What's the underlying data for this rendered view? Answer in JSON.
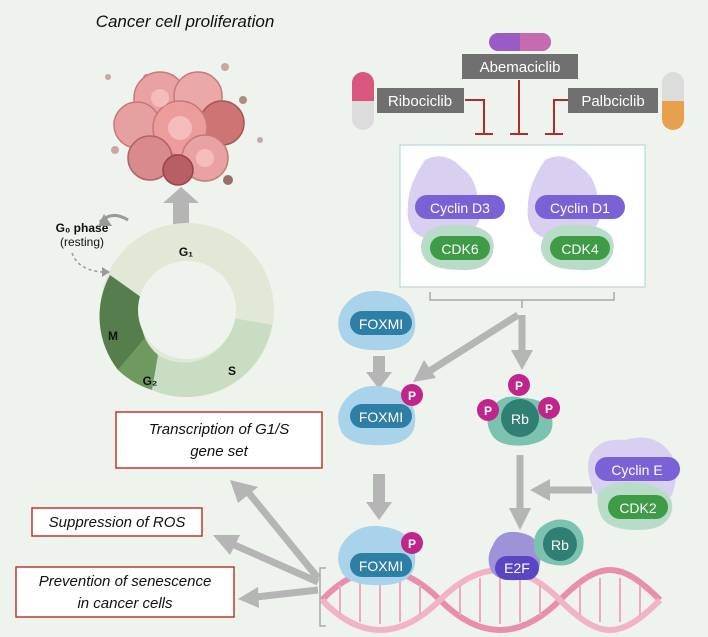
{
  "title": "Cancer cell proliferation",
  "cycle": {
    "g0_label": "G₀ phase",
    "g0_sub": "(resting)",
    "g1": "G₁",
    "s": "S",
    "g2": "G₂",
    "m": "M"
  },
  "drugs": {
    "abemaciclib": "Abemaciclib",
    "ribociclib": "Ribociclib",
    "palbciclib": "Palbciclib"
  },
  "complexes": {
    "cyclin_d3": "Cyclin D3",
    "cdk6": "CDK6",
    "cyclin_d1": "Cyclin D1",
    "cdk4": "CDK4",
    "cyclin_e": "Cyclin E",
    "cdk2": "CDK2"
  },
  "proteins": {
    "foxm1_a": "FOXMI",
    "foxm1_b": "FOXMI",
    "foxm1_c": "FOXMI",
    "rb_a": "Rb",
    "rb_b": "Rb",
    "e2f": "E2F",
    "p": "P"
  },
  "outcomes": {
    "transcription_line1": "Transcription of G1/S",
    "transcription_line2": "gene set",
    "ros": "Suppression of ROS",
    "senescence_line1": "Prevention of senescence",
    "senescence_line2": "in cancer cells"
  },
  "colors": {
    "background": "#eef3ed",
    "cyclin": "#7a62d6",
    "cyclin_halo": "#d9cff0",
    "cdk": "#3f9b45",
    "cdk_halo": "#b9dcc9",
    "foxm1": "#2e7fa6",
    "foxm1_halo": "#a9d3ea",
    "rb": "#2f7f73",
    "phospho": "#c0268a",
    "inhibitor": "#b02b2b",
    "arrow": "#b5b5b5",
    "box_border": "#c0392b"
  }
}
